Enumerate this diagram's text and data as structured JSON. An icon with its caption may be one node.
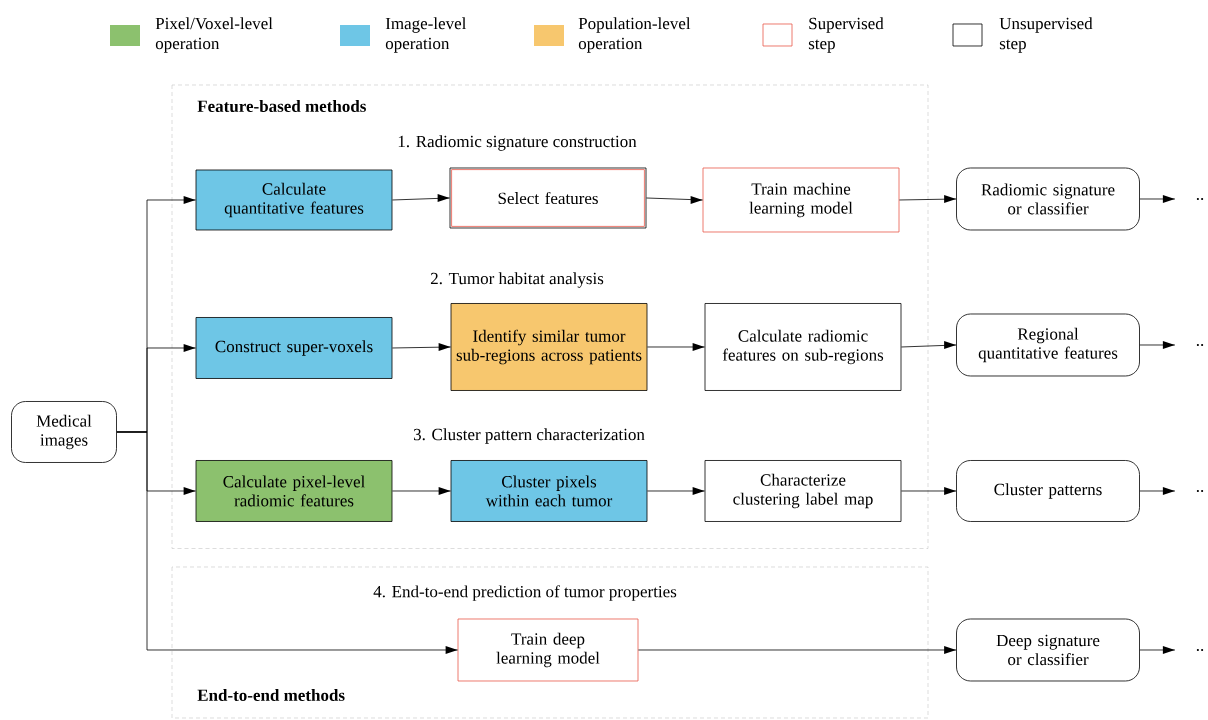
{
  "diagram": {
    "nodes": [
      {
        "text": [
          "Medical images"
        ]
      },
      {
        "text": [
          "Feature-based methods"
        ]
      },
      {
        "text": [
          "Calculate quantitative features"
        ],
        "in": 1
      },
      {
        "text": [
          "Select features"
        ],
        "in": 1
      },
      {
        "text": [
          "Train machine learning model"
        ],
        "in": 1
      },
      {
        "text": [
          "Radiomic signature or classifier"
        ]
      },
      {
        "text": [
          "Construct super-voxels"
        ],
        "in": 1
      },
      {
        "text": [
          "Identify similar tumor sub-regions across patients"
        ],
        "in": 1
      },
      {
        "text": [
          "Calculate radiomic features on sub-regions"
        ],
        "in": 1
      },
      {
        "text": [
          "Regional quantitative features"
        ]
      },
      {
        "text": [
          "Calculate pixel-level radiomic features"
        ],
        "in": 1
      },
      {
        "text": [
          "Cluster pixels within each tumor"
        ],
        "in": 1
      },
      {
        "text": [
          "Characterize clustering label map"
        ],
        "in": 1
      },
      {
        "text": [
          "Cluster patterns"
        ]
      },
      {
        "text": [
          "End-to-end methods"
        ]
      },
      {
        "text": [
          "Train deep learning model"
        ],
        "in": 14
      },
      {
        "text": [
          "Deep signature or classifier"
        ]
      }
    ],
    "edges": [
      {
        "from": 0,
        "to": 2,
        "arrow": "to"
      },
      {
        "from": 0,
        "to": 6,
        "arrow": "to"
      },
      {
        "from": 0,
        "to": 10,
        "arrow": "to"
      },
      {
        "from": 0,
        "to": 15,
        "arrow": "to"
      },
      {
        "from": 2,
        "to": 3,
        "arrow": "to"
      },
      {
        "from": 3,
        "to": 4,
        "arrow": "to"
      },
      {
        "from": 4,
        "to": 5,
        "arrow": "to"
      },
      {
        "from": 5,
        "to": null,
        "arrow": "to"
      },
      {
        "from": 6,
        "to": 7,
        "arrow": "to"
      },
      {
        "from": 7,
        "to": 8,
        "arrow": "to"
      },
      {
        "from": 8,
        "to": 9,
        "arrow": "to"
      },
      {
        "from": 9,
        "to": null,
        "arrow": "to"
      },
      {
        "from": 10,
        "to": 11,
        "arrow": "to"
      },
      {
        "from": 11,
        "to": 12,
        "arrow": "to"
      },
      {
        "from": 12,
        "to": 13,
        "arrow": "to"
      },
      {
        "from": 13,
        "to": null,
        "arrow": "to"
      },
      {
        "from": 15,
        "to": 16,
        "arrow": "to"
      },
      {
        "from": 16,
        "to": null,
        "arrow": "to"
      }
    ],
    "labels": [
      "1. Radiomic signature construction",
      "..",
      "2. Tumor habitat analysis",
      "..",
      "3. Cluster pattern characterization",
      "..",
      "4. End-to-end prediction of tumor properties",
      ".."
    ],
    "legend": [
      {
        "text": "Pixel/Voxel-level operation",
        "color": "#8cc16e"
      },
      {
        "text": "Image-level operation",
        "color": "#6ec6e6"
      },
      {
        "text": "Population-level operation",
        "color": "#f7c76e"
      },
      {
        "text": "Supervised step"
      },
      {
        "text": "Unsupervised step"
      }
    ]
  }
}
